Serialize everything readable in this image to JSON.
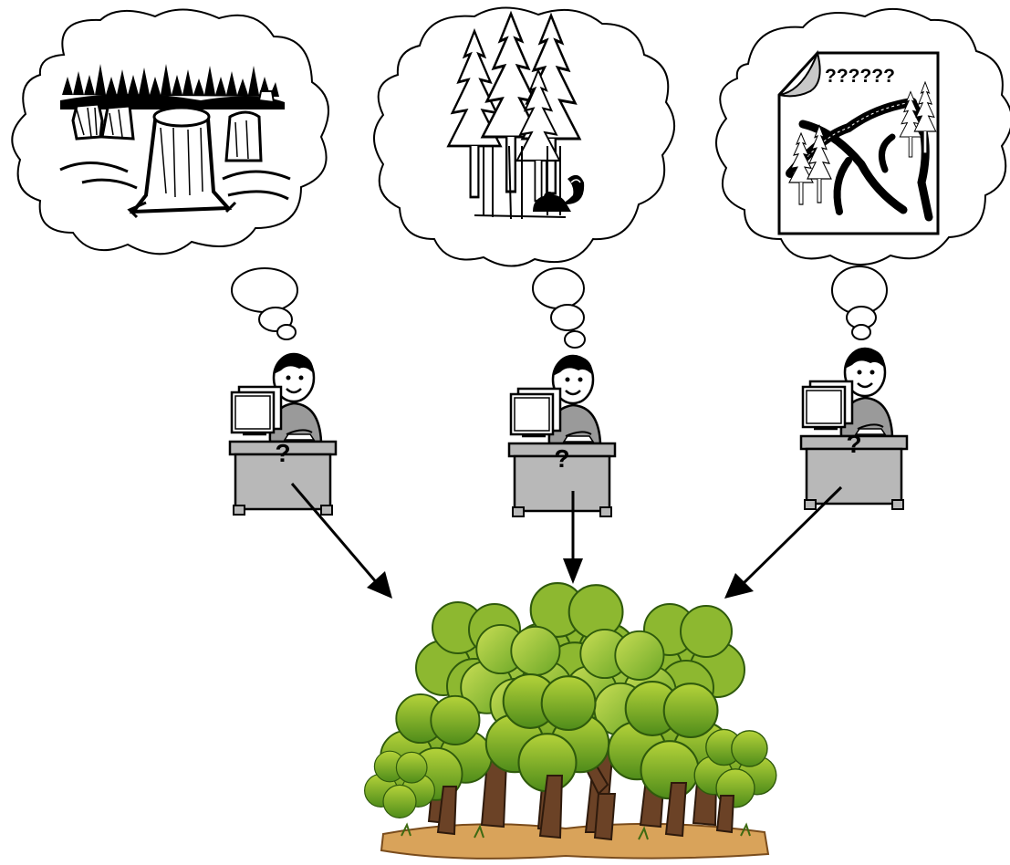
{
  "thoughts": [
    {
      "id": "clearcut",
      "icon": "clearcut-stumps-icon"
    },
    {
      "id": "old-growth",
      "icon": "old-growth-trees-squirrel-icon"
    },
    {
      "id": "map",
      "icon": "document-map-icon",
      "document_text": "??????"
    }
  ],
  "workers": [
    {
      "desk_label": "?"
    },
    {
      "desk_label": "?"
    },
    {
      "desk_label": "?"
    }
  ],
  "target": {
    "icon": "forest-trees-icon"
  },
  "colors": {
    "outline": "#000000",
    "desk": "#b8b8b8",
    "shirt": "#9a9a9a",
    "foliage_dark": "#5f9a1e",
    "foliage_light": "#9ccc3a",
    "trunk": "#6b4226",
    "ground": "#d9a35a"
  }
}
